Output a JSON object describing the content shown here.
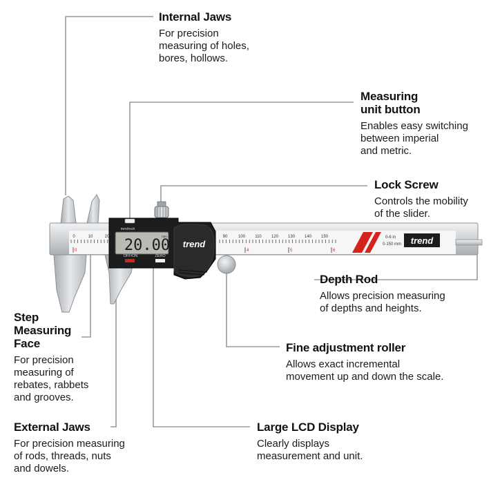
{
  "callouts": {
    "internal_jaws": {
      "title": "Internal Jaws",
      "desc": "For precision\nmeasuring of holes,\nbores, hollows."
    },
    "unit_button": {
      "title": "Measuring\nunit button",
      "desc": "Enables easy switching\nbetween imperial\nand metric."
    },
    "lock_screw": {
      "title": "Lock Screw",
      "desc": "Controls the mobility\nof the slider."
    },
    "depth_rod": {
      "title": "Depth Rod",
      "desc": "Allows precision measuring\nof depths and heights."
    },
    "step_face": {
      "title": "Step\nMeasuring\nFace",
      "desc": "For precision\nmeasuring of\nrebates, rabbets\nand grooves."
    },
    "fine_roller": {
      "title": "Fine adjustment roller",
      "desc": "Allows exact incremental\nmovement up and down the scale."
    },
    "external_jaws": {
      "title": "External Jaws",
      "desc": "For precision measuring\nof rods, threads, nuts\nand dowels."
    },
    "lcd_display": {
      "title": "Large LCD Display",
      "desc": "Clearly displays\nmeasurement and unit."
    }
  },
  "caliper": {
    "brand": "trend",
    "lcd_reading": "20.00",
    "lcd_unit": "mm",
    "unit_label": "mm/inch",
    "off_on_label": "OFF/ON",
    "zero_label": "ZERO",
    "range_inch": "0-6 in",
    "range_mm": "0-150 mm",
    "scale_numbers": [
      "0",
      "10",
      "20",
      "90",
      "100",
      "110",
      "120",
      "130",
      "140",
      "150"
    ],
    "inch_numbers": [
      "0",
      "4",
      "5",
      "6"
    ]
  },
  "colors": {
    "line": "#9a9a9a",
    "body": "#1c1c1c",
    "steel": "#d6d9dc",
    "accent": "#d4231b",
    "lcd": "#b9bcb5"
  }
}
